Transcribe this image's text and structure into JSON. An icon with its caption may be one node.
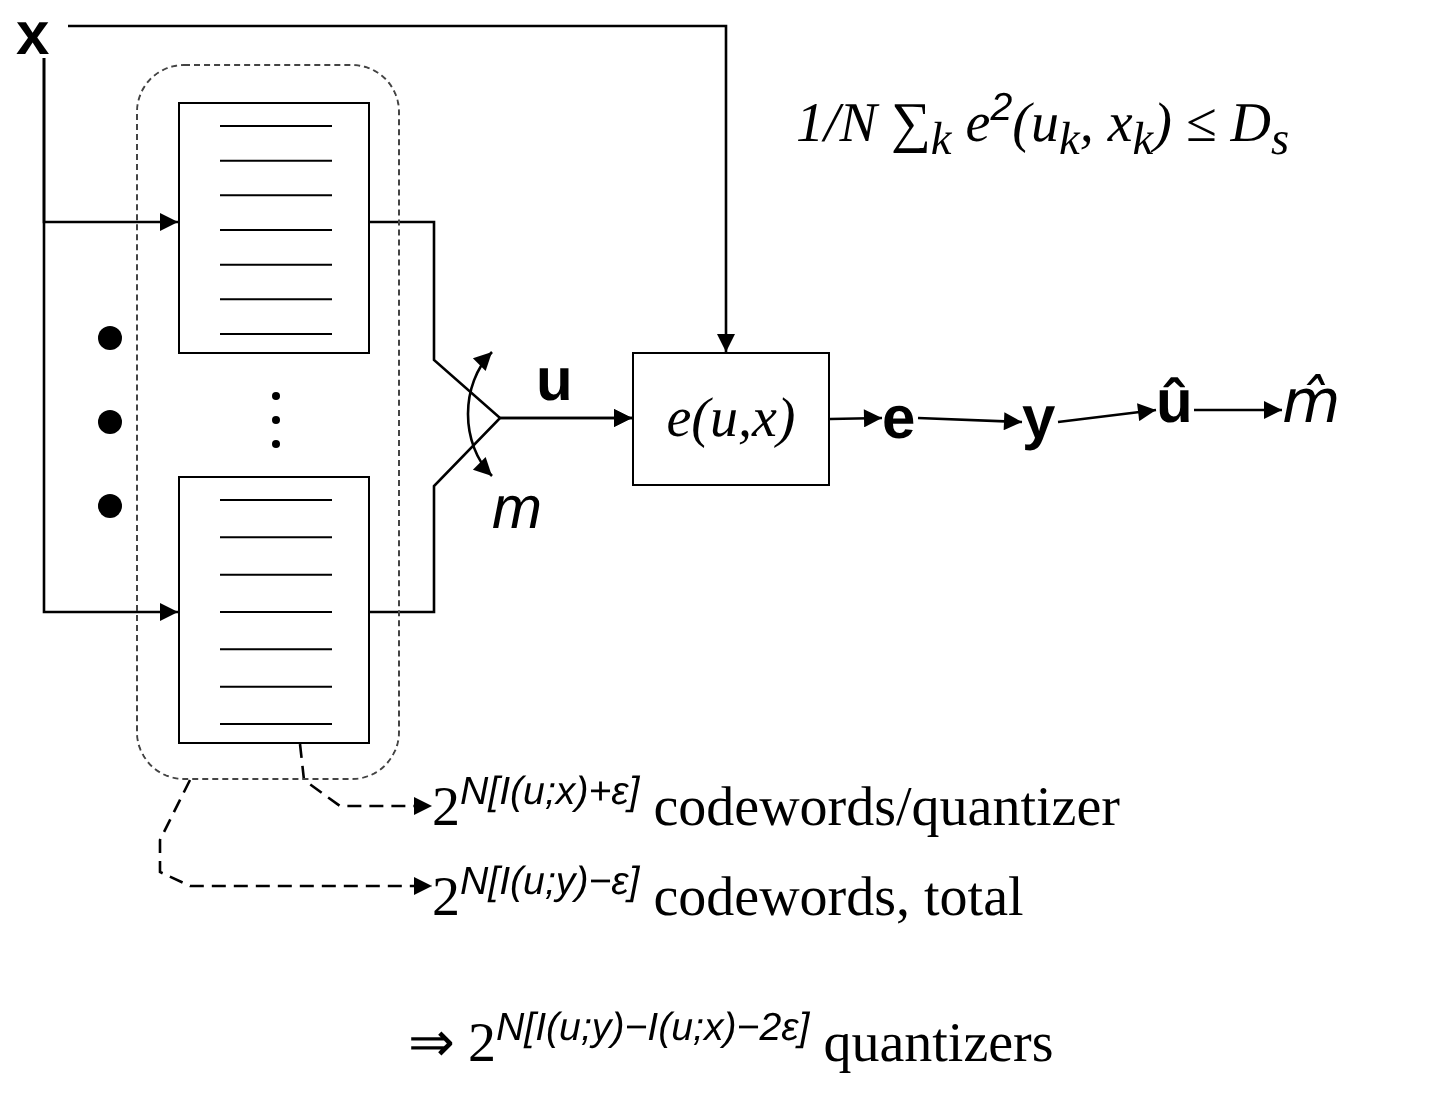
{
  "diagram": {
    "nodes": [
      {
        "text": [
          "x"
        ]
      },
      {
        "text": [],
        "shape": "box"
      },
      {
        "text": [],
        "shape": "box",
        "in": 1
      },
      {
        "text": [],
        "shape": "box",
        "in": 1
      },
      {
        "text": [
          "e(u,x)"
        ]
      },
      {
        "text": [
          "e"
        ]
      },
      {
        "text": [
          "y"
        ]
      },
      {
        "text": [
          "û"
        ]
      },
      {
        "text": [
          "m̂"
        ]
      },
      {
        "text": [
          "2$^{N[I(u;x)+ε]}$ codewords/quantizer"
        ]
      },
      {
        "text": [
          "2$^{N[I(u;y)−ε]}$ codewords, total"
        ]
      }
    ],
    "edges": [
      {
        "from": 0,
        "to": 2,
        "arrow": "to"
      },
      {
        "from": 0,
        "to": 3,
        "arrow": "to"
      },
      {
        "from": 0,
        "to": 4,
        "arrow": "to"
      },
      {
        "from": 2,
        "to": 4,
        "arrow": "to",
        "label": "u"
      },
      {
        "from": 3,
        "to": 4,
        "arrow": "to"
      },
      {
        "from": 4,
        "to": 5,
        "arrow": "to"
      },
      {
        "from": 5,
        "to": 6,
        "arrow": "to"
      },
      {
        "from": 6,
        "to": 7,
        "arrow": "to"
      },
      {
        "from": 7,
        "to": 8,
        "arrow": "to"
      },
      {
        "from": 3,
        "to": 9,
        "arrow": "to",
        "style": "dashed"
      },
      {
        "from": 1,
        "to": 10,
        "arrow": "to",
        "style": "dashed"
      }
    ],
    "labels": [
      "m",
      "1/N ∑$_{k}$ e$^{2}$(u$_{k}$, x$_{k}$) ≤ D$_{s}$",
      "⇒ 2$^{N[I(u;y)−I(u;x)−2ε]}$ quantizers"
    ]
  }
}
